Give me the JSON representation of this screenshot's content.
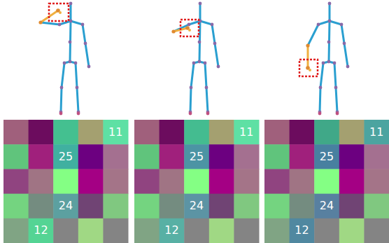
{
  "diagram": {
    "labels": [
      "11",
      "25",
      "24",
      "12",
      "11",
      "25",
      "24",
      "12",
      "11",
      "25",
      "24",
      "12"
    ]
  }
}
